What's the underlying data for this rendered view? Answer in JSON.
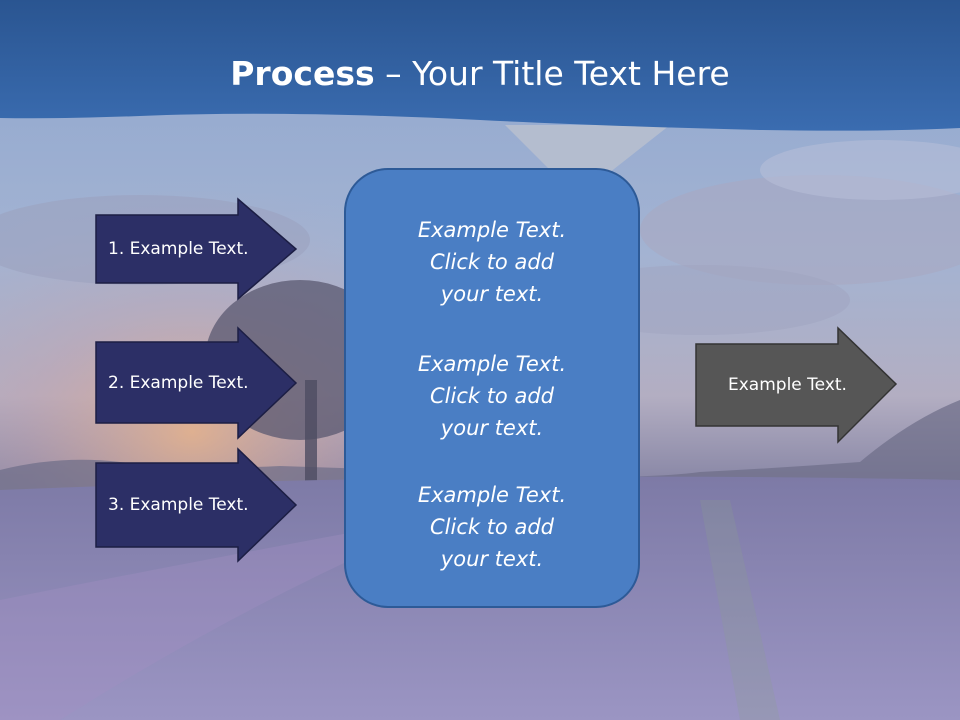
{
  "title": {
    "bold": "Process",
    "rest": " – Your Title Text Here"
  },
  "left_arrows": [
    {
      "label": "1. Example Text."
    },
    {
      "label": "2. Example Text."
    },
    {
      "label": "3. Example Text."
    }
  ],
  "center_box": {
    "blocks": [
      {
        "lines": [
          "Example Text.",
          "Click  to add",
          "your text."
        ]
      },
      {
        "lines": [
          "Example Text.",
          "Click  to add",
          "your text."
        ]
      },
      {
        "lines": [
          "Example Text.",
          "Click  to add",
          "your text."
        ]
      }
    ]
  },
  "right_arrow": {
    "label": "Example Text."
  },
  "colors": {
    "header_band": "#2e5f9f",
    "left_arrow_fill": "#2c2f66",
    "center_box_fill": "#4a7ec4",
    "right_arrow_fill": "#565656"
  }
}
